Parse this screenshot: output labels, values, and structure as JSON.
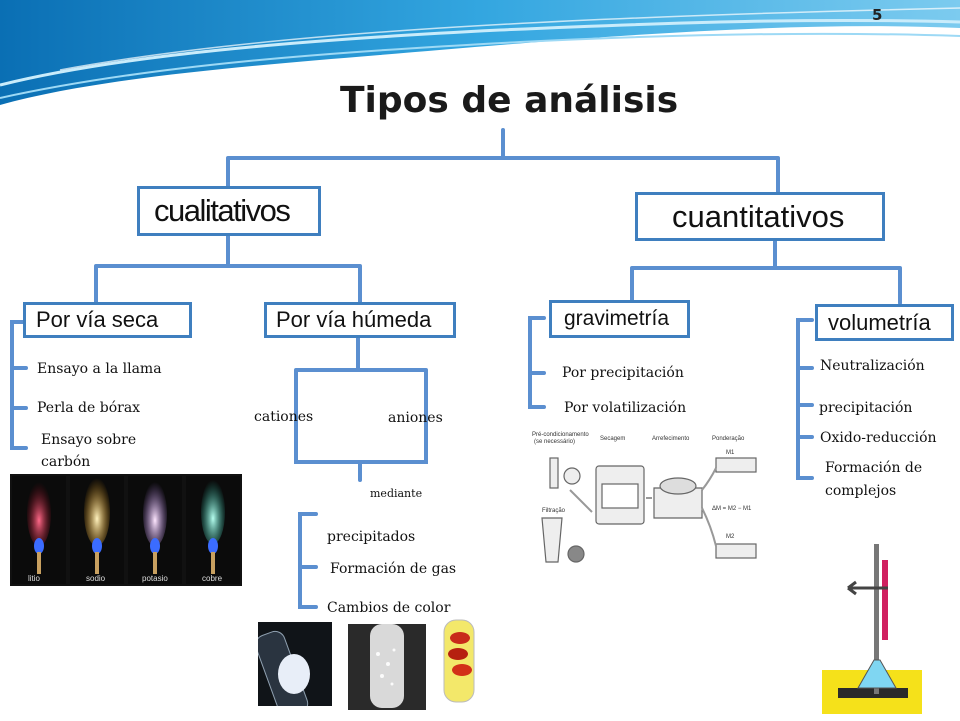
{
  "page_number": "5",
  "title": "Tipos de análisis",
  "level1": {
    "cualitativos": "cualitativos",
    "cuantitativos": "cuantitativos"
  },
  "level2": {
    "via_seca": "Por vía seca",
    "via_humeda": "Por vía húmeda",
    "gravimetria": "gravimetría",
    "volumetria": "volumetría"
  },
  "via_seca_items": [
    "Ensayo a la llama",
    "Perla de bórax",
    "Ensayo sobre",
    "carbón"
  ],
  "via_humeda": {
    "cationes": "cationes",
    "aniones": "aniones",
    "mediante": "mediante",
    "items": [
      "precipitados",
      "Formación de gas",
      "Cambios de color"
    ]
  },
  "gravimetria_items": [
    "Por precipitación",
    "Por volatilización"
  ],
  "volumetria_items": [
    "Neutralización",
    "precipitación",
    "Oxido-reducción",
    "Formación de",
    "complejos"
  ],
  "flame_labels": [
    "litio",
    "sodio",
    "potasio",
    "cobre"
  ],
  "gravimetry_diagram": {
    "labels": [
      "Pré-condicionamento",
      "(se necessário)",
      "Secagem",
      "Arrefecimento",
      "Ponderação",
      "Filtração",
      "M1",
      "ΔM = M2 − M1",
      "M2"
    ]
  },
  "colors": {
    "accent": "#3f7fbf",
    "connector": "#5b8fd0"
  }
}
